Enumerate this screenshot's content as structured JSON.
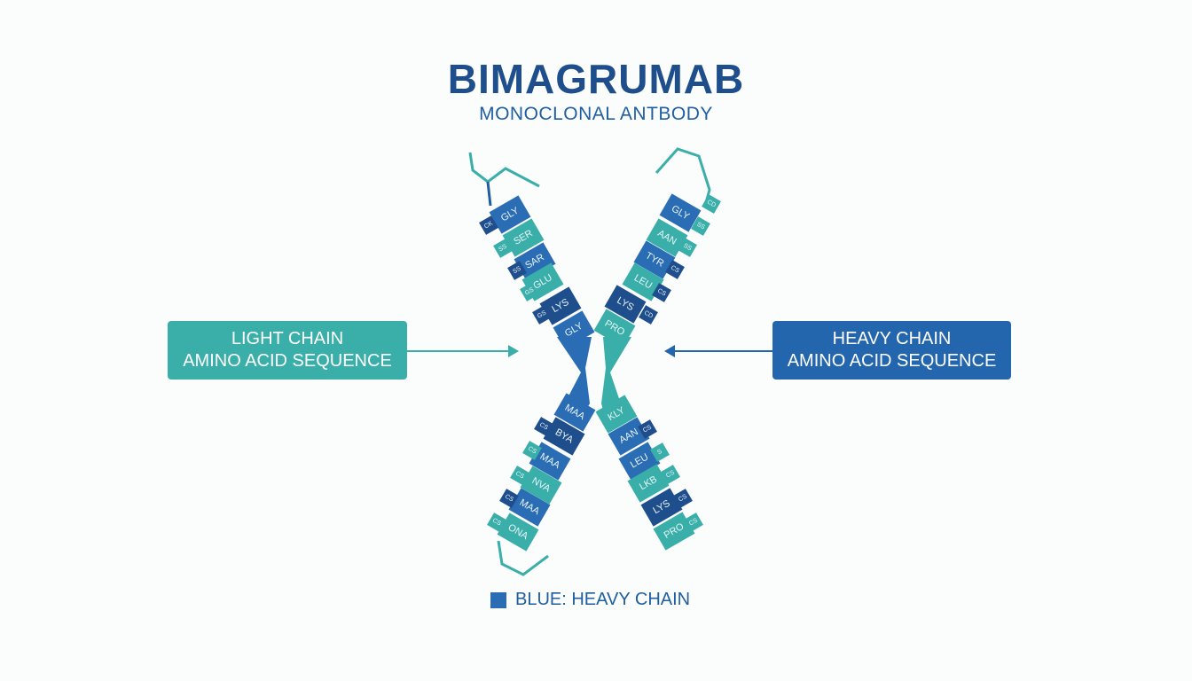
{
  "title": "BIMAGRUMAB",
  "subtitle": "MONOCLONAL ANTBODY",
  "callouts": {
    "light": [
      "LIGHT CHAIN",
      "AMINO ACID SEQUENCE"
    ],
    "heavy": [
      "HEAVY CHAIN",
      "AMINO ACID SEQUENCE"
    ]
  },
  "legend": {
    "label": "BLUE: HEAVY CHAIN"
  },
  "colors": {
    "dark_blue": "#1f4e8c",
    "blue": "#2a6db5",
    "teal": "#3aafa9"
  },
  "chains": {
    "upper_left": [
      "GLY",
      "SER",
      "SAR",
      "GLU",
      "LYS",
      "GLY"
    ],
    "upper_right": [
      "GLY",
      "AAN",
      "TYR",
      "LEU",
      "LYS",
      "PRO"
    ],
    "lower_left": [
      "MAA",
      "BYA",
      "MAA",
      "NVA",
      "MAA",
      "ONA"
    ],
    "lower_right": [
      "KLY",
      "AAN",
      "LEU",
      "LKB",
      "LYS",
      "PRO"
    ],
    "upper_left_small": [
      "CK",
      "SS",
      "SS",
      "GS",
      "GS"
    ],
    "upper_right_small": [
      "CD",
      "SS",
      "SS",
      "CS",
      "CS",
      "CD"
    ],
    "lower_left_small": [
      "CS",
      "CS",
      "CS",
      "CS",
      "CS"
    ],
    "lower_right_small": [
      "CS",
      "S",
      "CS",
      "CS",
      "CS"
    ]
  }
}
